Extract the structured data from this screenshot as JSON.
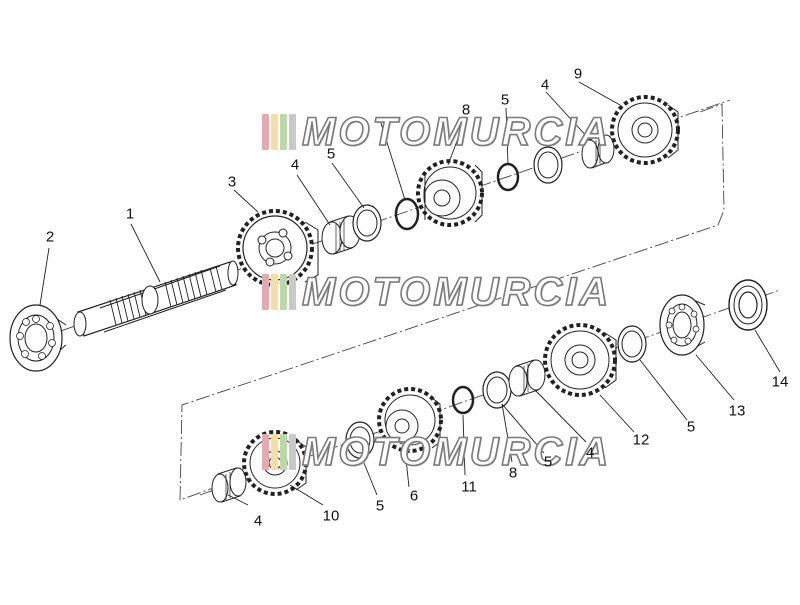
{
  "watermark": {
    "brand": "MOTOMURCIA",
    "stripe_colors": [
      "#e7a9a9",
      "#f4dfa0",
      "#b9d9a9",
      "#c9c9c9"
    ]
  },
  "colors": {
    "line": "#222222",
    "background": "#ffffff"
  },
  "callouts": {
    "c1": "1",
    "c2": "2",
    "c3": "3",
    "c4a": "4",
    "c4b": "4",
    "c4c": "4",
    "c4d": "4",
    "c5a": "5",
    "c5b": "5",
    "c5c": "5",
    "c5d": "5",
    "c5e": "5",
    "c6": "6",
    "c8a": "8",
    "c8b": "8",
    "c9": "9",
    "c10": "10",
    "c11": "11",
    "c12": "12",
    "c13": "13",
    "c14": "14"
  }
}
